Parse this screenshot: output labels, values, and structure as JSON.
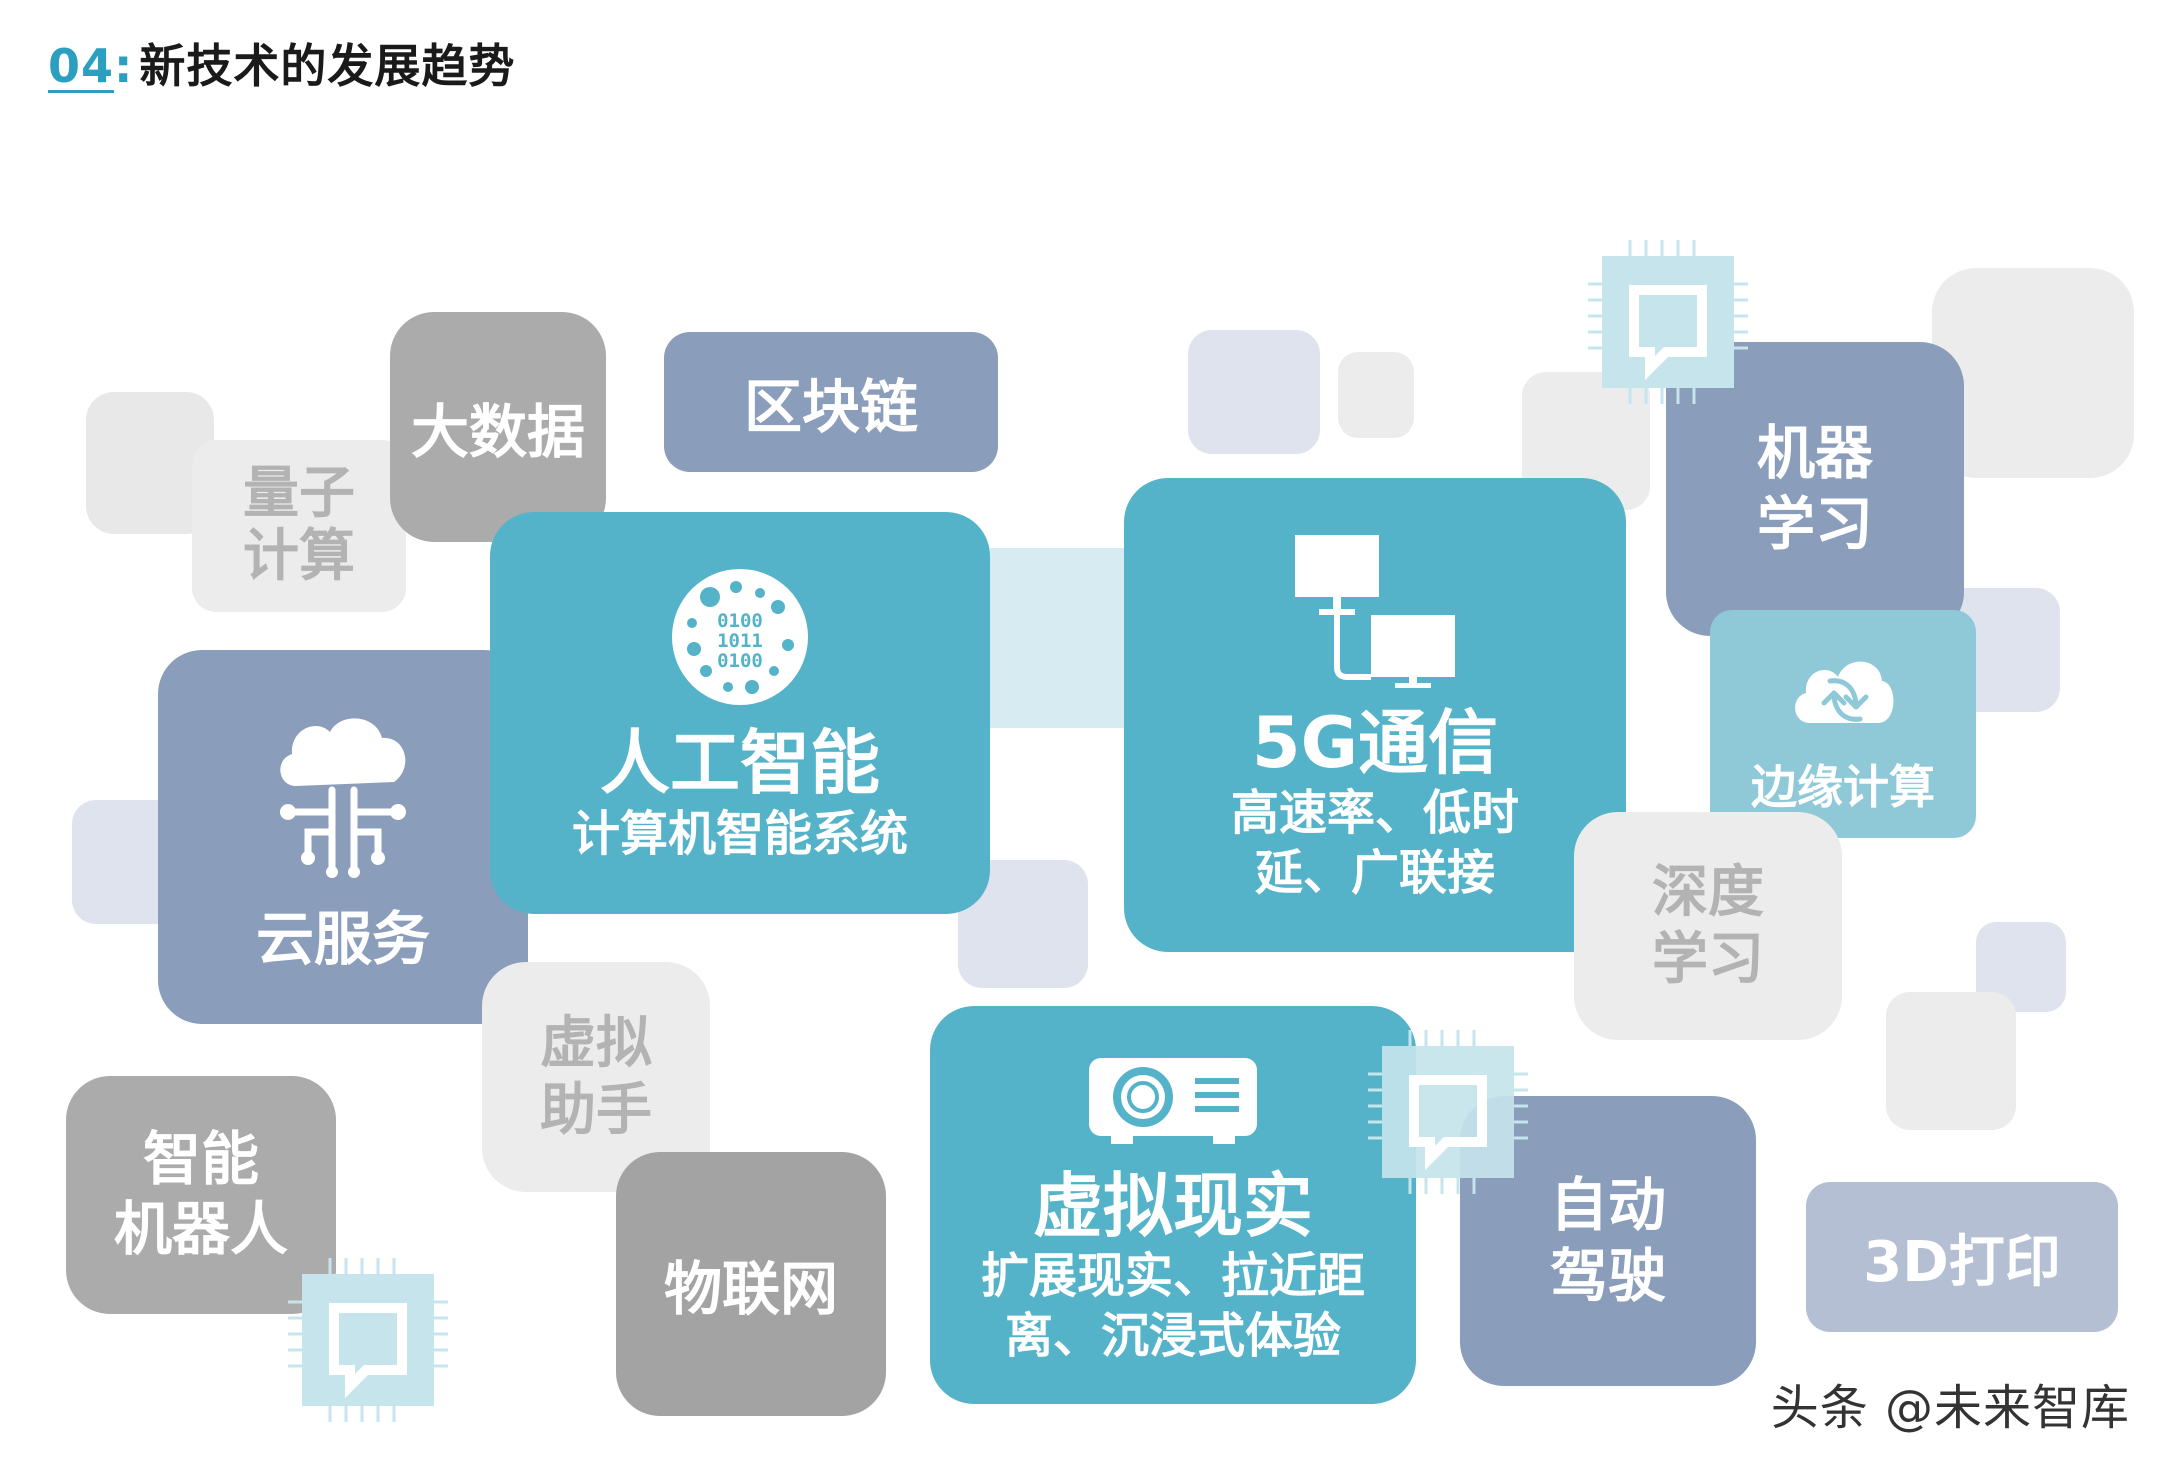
{
  "header": {
    "number": "04",
    "colon": ":",
    "title": "新技术的发展趋势"
  },
  "colors": {
    "accent": "#2a9fc0",
    "teal": "#55b3c9",
    "slate": "#8a9dba",
    "gray": "#a8a8a8",
    "light_gray": "#ececec",
    "pale_blue": "#dfe3ee"
  },
  "boxes": {
    "ai": {
      "title": "人工智能",
      "subtitle": "计算机智能系统",
      "icon": "binary-circle-icon"
    },
    "g5": {
      "title": "5G通信",
      "subtitle_line1": "高速率、低时",
      "subtitle_line2": "延、广联接",
      "icon": "network-icon"
    },
    "vr": {
      "title": "虚拟现实",
      "subtitle_line1": "扩展现实、拉近距",
      "subtitle_line2": "离、沉浸式体验",
      "icon": "projector-icon"
    },
    "cloud": {
      "title": "云服务",
      "icon": "cloud-network-icon"
    },
    "edge": {
      "title": "边缘计算",
      "icon": "cloud-sync-icon"
    },
    "big_data": {
      "title": "大数据"
    },
    "blockchain": {
      "title": "区块链"
    },
    "quantum": {
      "line1": "量子",
      "line2": "计算"
    },
    "ml": {
      "line1": "机器",
      "line2": "学习"
    },
    "deep_learning": {
      "line1": "深度",
      "line2": "学习"
    },
    "assistant": {
      "line1": "虚拟",
      "line2": "助手"
    },
    "robot": {
      "line1": "智能",
      "line2": "机器人"
    },
    "iot": {
      "title": "物联网"
    },
    "autodrive": {
      "line1": "自动",
      "line2": "驾驶"
    },
    "print3d": {
      "title": "3D打印"
    }
  },
  "footer": {
    "watermark": "头条 @未来智库"
  }
}
